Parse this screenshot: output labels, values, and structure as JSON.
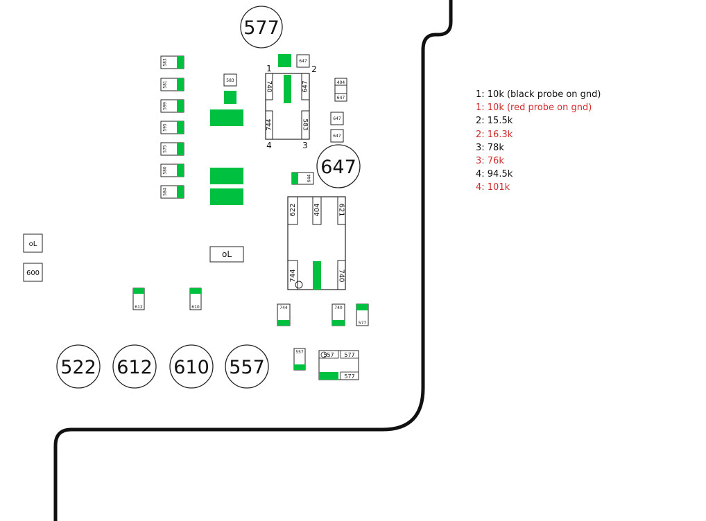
{
  "colors": {
    "pad_green": "#00c040",
    "outline": "#222222",
    "board_edge": "#111111",
    "legend_black": "#111111",
    "legend_red": "#d22b2b"
  },
  "test_points": {
    "tp577_top": "577",
    "tp647": "647",
    "tp522": "522",
    "tp612": "612",
    "tp610": "610",
    "tp557": "557"
  },
  "left_resistors": [
    "583",
    "581",
    "599",
    "595",
    "575",
    "580",
    "584"
  ],
  "small_parts": {
    "r583_mid": "583",
    "r647_top": "647",
    "r404_right": "404",
    "r647_right_a": "647",
    "r647_right_b": "647",
    "r644": "644",
    "box_ol_left": "oL",
    "box_600": "600",
    "box_ol_mid": "oL",
    "r612": "612",
    "r610": "610",
    "r744": "744",
    "r740": "740",
    "r577_right": "577",
    "r557": "557"
  },
  "chip_top": {
    "pin_labels": [
      "1",
      "2",
      "3",
      "4"
    ],
    "pad_labels": [
      "740",
      "647",
      "744",
      "583"
    ]
  },
  "chip_bottom": {
    "pad_labels": [
      "622",
      "404",
      "621",
      "744",
      "740"
    ]
  },
  "dual_part": {
    "labels": [
      "557",
      "577",
      "577"
    ]
  },
  "legend": [
    {
      "text": "1: 10k (black probe on gnd)",
      "color": "black"
    },
    {
      "text": "1: 10k (red probe on gnd)",
      "color": "red"
    },
    {
      "text": "2: 15.5k",
      "color": "black"
    },
    {
      "text": "2: 16.3k",
      "color": "red"
    },
    {
      "text": "3: 78k",
      "color": "black"
    },
    {
      "text": "3: 76k",
      "color": "red"
    },
    {
      "text": "4: 94.5k",
      "color": "black"
    },
    {
      "text": "4: 101k",
      "color": "red"
    }
  ]
}
